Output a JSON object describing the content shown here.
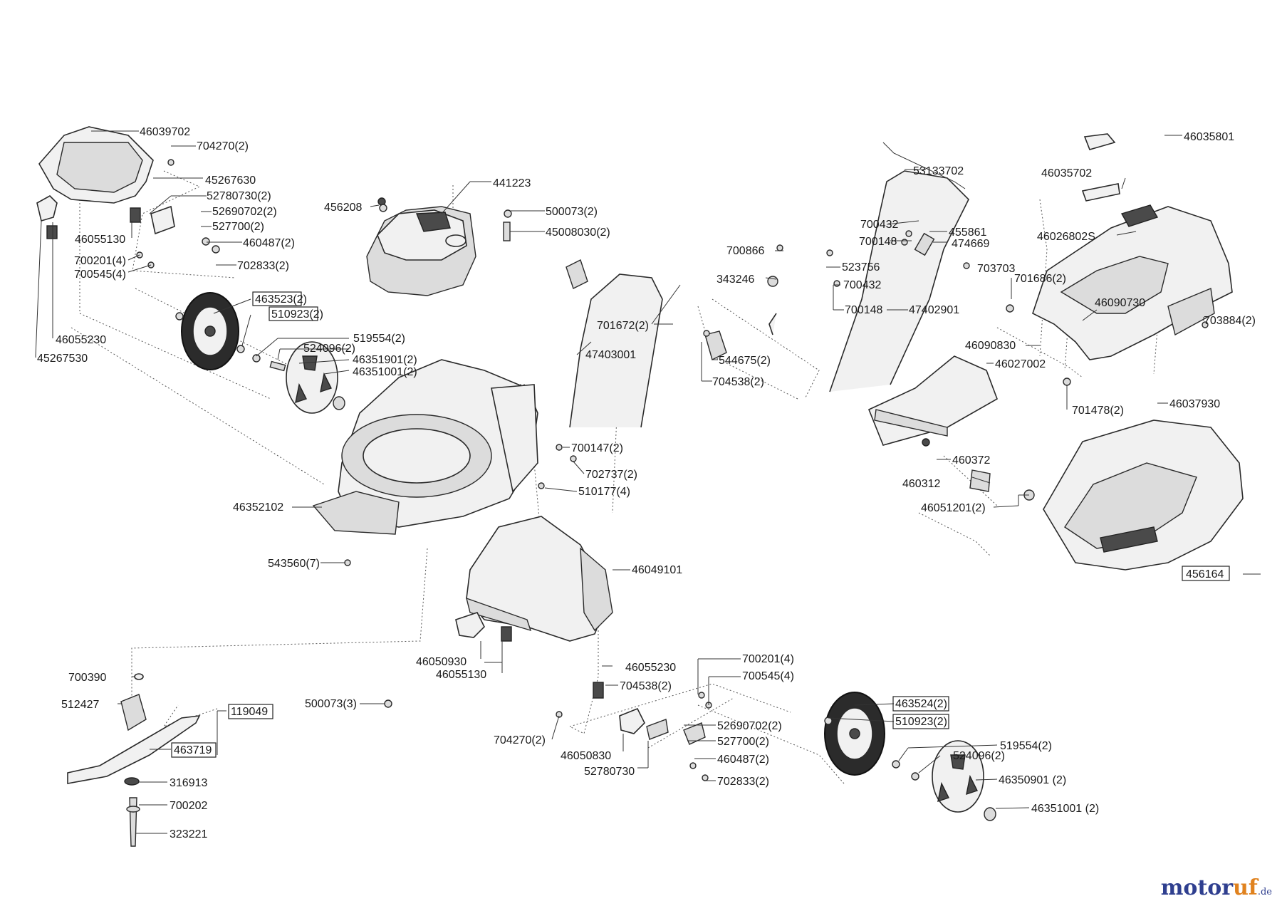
{
  "labels": {
    "p46039702": "46039702",
    "p704270a": "704270(2)",
    "p45267630": "45267630",
    "p52780730a": "52780730(2)",
    "p52690702a": "52690702(2)",
    "p527700a": "527700(2)",
    "p460487a": "460487(2)",
    "p702833a": "702833(2)",
    "p46055130a": "46055130",
    "p700201a": "700201(4)",
    "p700545a": "700545(4)",
    "p46055230a": "46055230",
    "p45267530": "45267530",
    "p456208": "456208",
    "p441223": "441223",
    "p500073a": "500073(2)",
    "p45008030": "45008030(2)",
    "p463523": "463523(2)",
    "p510923a": "510923(2)",
    "p519554a": "519554(2)",
    "p524096a": "524096(2)",
    "p46351901": "46351901(2)",
    "p46351001a": "46351001(2)",
    "p701672": "701672(2)",
    "p47403001": "47403001",
    "p544675": "544675(2)",
    "p704538a": "704538(2)",
    "p53133702": "53133702",
    "p700432a": "700432",
    "p700148a": "700148",
    "p455861": "455861",
    "p474669": "474669",
    "p700866": "700866",
    "p523756": "523756",
    "p703703": "703703",
    "p343246": "343246",
    "p700432b": "700432",
    "p700148b": "700148",
    "p47402901": "47402901",
    "p46035801": "46035801",
    "p46035702": "46035702",
    "p46026802S": "46026802S",
    "p701686": "701686(2)",
    "p46090730": "46090730",
    "p703884": "703884(2)",
    "p46090830": "46090830",
    "p46027002": "46027002",
    "p701478": "701478(2)",
    "p46037930": "46037930",
    "p700147": "700147(2)",
    "p702737": "702737(2)",
    "p510177": "510177(4)",
    "p46352102": "46352102",
    "p543560": "543560(7)",
    "p460372": "460372",
    "p460312": "460312",
    "p46051201": "46051201(2)",
    "p456164": "456164",
    "p46049101": "46049101",
    "p46050930": "46050930",
    "p46055130b": "46055130",
    "p700390": "700390",
    "p512427": "512427",
    "p119049": "119049",
    "p463719": "463719",
    "p316913": "316913",
    "p700202": "700202",
    "p323221": "323221",
    "p500073b": "500073(3)",
    "p46055230b": "46055230",
    "p704538b": "704538(2)",
    "p700201b": "700201(4)",
    "p700545b": "700545(4)",
    "p463524": "463524(2)",
    "p510923b": "510923(2)",
    "p704270b": "704270(2)",
    "p46050830": "46050830",
    "p52780730b": "52780730",
    "p52690702b": "52690702(2)",
    "p527700b": "527700(2)",
    "p460487b": "460487(2)",
    "p702833b": "702833(2)",
    "p519554b": "519554(2)",
    "p524096b": "524096(2)",
    "p46350901": "46350901 (2)",
    "p46351001b": "46351001 (2)"
  },
  "brand": {
    "name_a": "motor",
    "name_b": "uf",
    "tld": ".de"
  }
}
